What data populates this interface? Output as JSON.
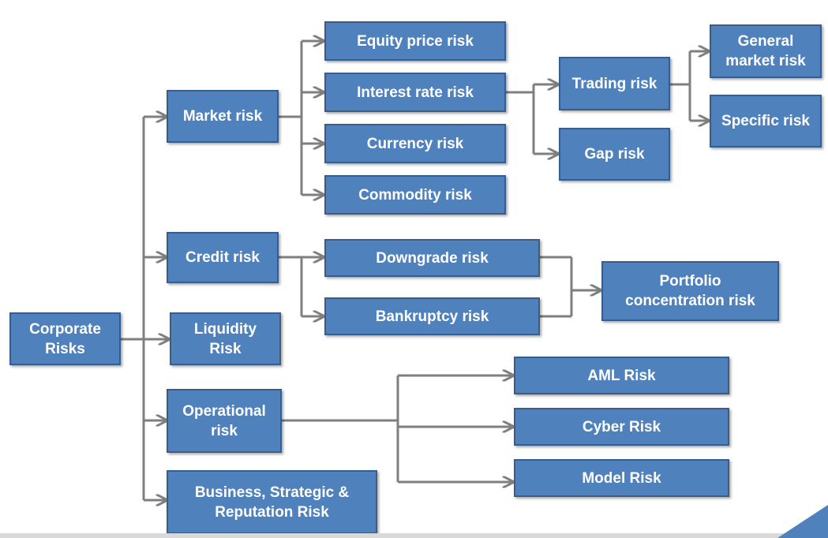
{
  "nodes": {
    "corporate": "Corporate\nRisks",
    "market": "Market risk",
    "credit": "Credit risk",
    "liquidity": "Liquidity\nRisk",
    "operational": "Operational\nrisk",
    "business": "Business, Strategic &\nReputation Risk",
    "equity": "Equity price risk",
    "interest": "Interest rate risk",
    "currency": "Currency risk",
    "commodity": "Commodity risk",
    "trading": "Trading risk",
    "gap": "Gap risk",
    "general": "General\nmarket risk",
    "specific": "Specific risk",
    "downgrade": "Downgrade risk",
    "bankruptcy": "Bankruptcy risk",
    "portfolio": "Portfolio\nconcentration risk",
    "aml": "AML Risk",
    "cyber": "Cyber Risk",
    "model": "Model Risk"
  },
  "colors": {
    "box_fill": "#4f81bd",
    "box_border": "#385d8a",
    "connector": "#7f7f7f",
    "corner_accent": "#4f81bd"
  }
}
